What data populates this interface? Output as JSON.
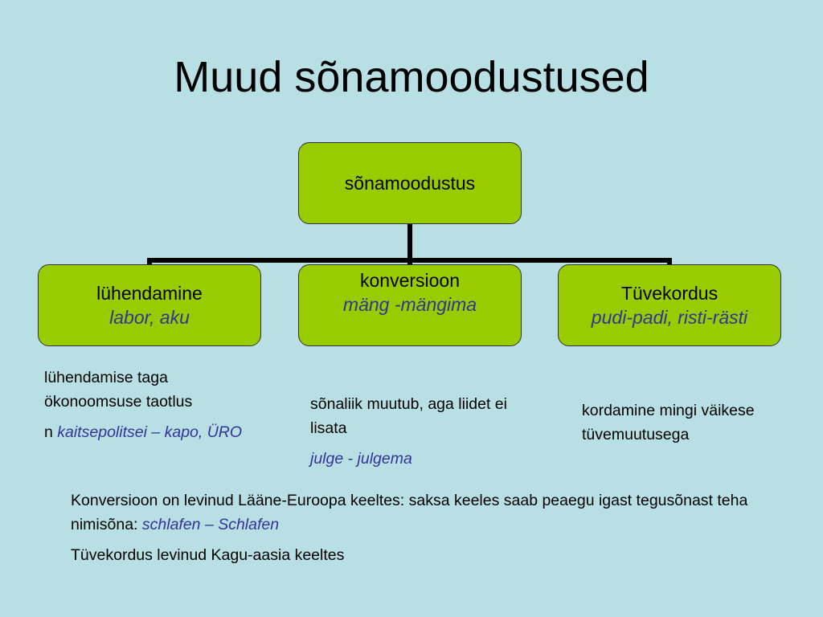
{
  "title": "Muud sõnamoodustused",
  "colors": {
    "background": "#b8dfe3",
    "box_fill": "#99cc00",
    "example_text": "#333399"
  },
  "diagram": {
    "root": {
      "label": "sõnamoodustus"
    },
    "children": [
      {
        "label": "lühendamine",
        "example": "labor, aku"
      },
      {
        "label": "konversioon",
        "example": "mäng -mängima"
      },
      {
        "label": "Tüvekordus",
        "example": "pudi-padi, risti-rästi"
      }
    ]
  },
  "notes": {
    "lyhendamine": {
      "text": "lühendamise taga ökonoomsuse taotlus",
      "example_prefix": "n",
      "example": "kaitsepolitsei – kapo, ÜRO"
    },
    "konversioon": {
      "text": "sõnaliik muutub, aga liidet ei lisata",
      "example": "julge - julgema"
    },
    "tyvekordus": {
      "text": "kordamine mingi väikese tüvemuutusega"
    }
  },
  "bottom": {
    "line1_text": "Konversioon on levinud Lääne-Euroopa keeltes: saksa keeles saab peaegu igast tegusõnast teha nimisõna:",
    "line1_example": "schlafen – Schlafen",
    "line2_text": "Tüvekordus levinud Kagu-aasia keeltes"
  }
}
